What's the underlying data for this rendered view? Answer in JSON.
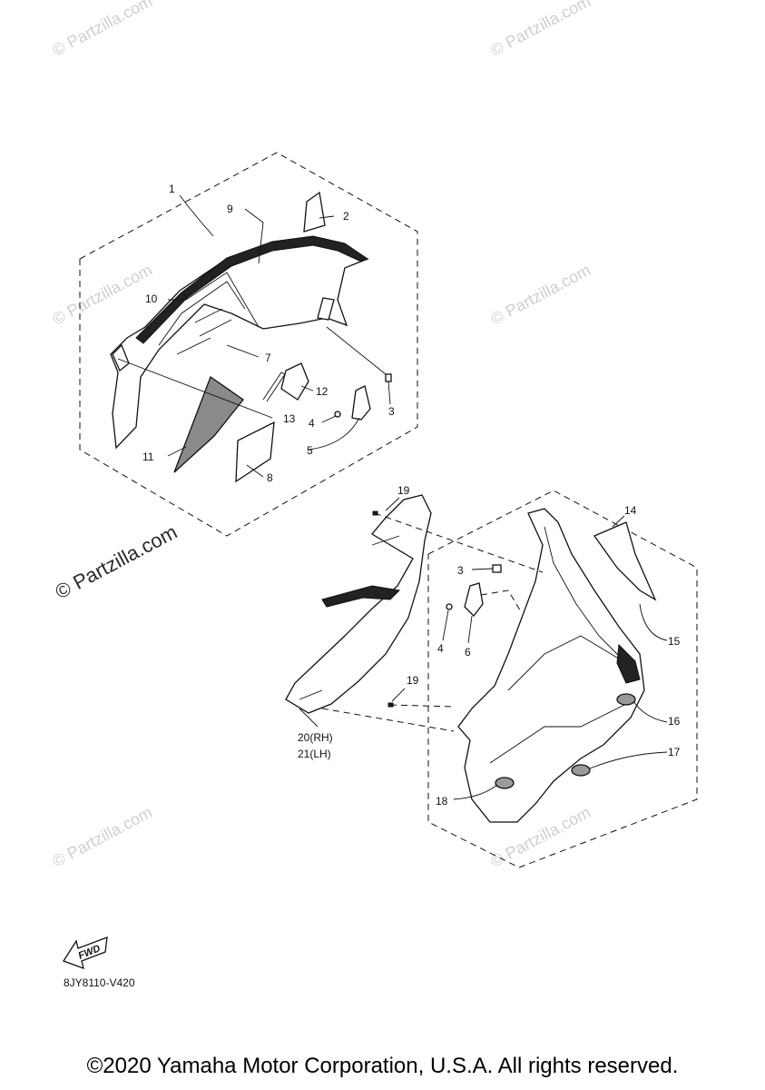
{
  "watermarks": {
    "small": "© Partzilla.com",
    "large": "© Partzilla.com"
  },
  "callouts": {
    "p1": "1",
    "p2": "2",
    "p3a": "3",
    "p3b": "3",
    "p4a": "4",
    "p4b": "4",
    "p5": "5",
    "p6": "6",
    "p7": "7",
    "p8": "8",
    "p9": "9",
    "p10": "10",
    "p11": "11",
    "p12": "12",
    "p13": "13",
    "p14": "14",
    "p15": "15",
    "p16": "16",
    "p17": "17",
    "p18": "18",
    "p19a": "19",
    "p19b": "19",
    "p20": "20(RH)",
    "p21": "21(LH)"
  },
  "fwd_label": "FWD",
  "diagram_code": "8JY8110-V420",
  "copyright": "©2020 Yamaha Motor Corporation, U.S.A. All rights reserved."
}
